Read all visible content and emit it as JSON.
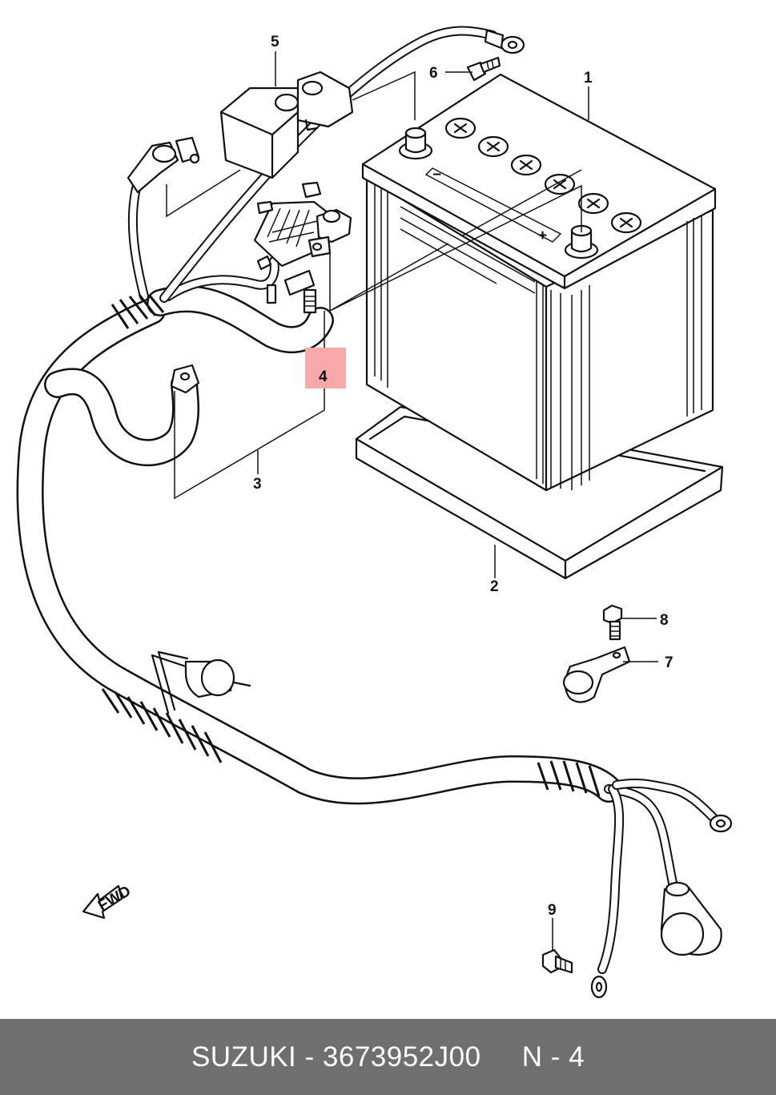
{
  "diagram": {
    "callouts": [
      {
        "id": "1",
        "label": "1"
      },
      {
        "id": "2",
        "label": "2"
      },
      {
        "id": "3",
        "label": "3"
      },
      {
        "id": "4",
        "label": "4"
      },
      {
        "id": "5",
        "label": "5"
      },
      {
        "id": "6",
        "label": "6"
      },
      {
        "id": "7",
        "label": "7"
      },
      {
        "id": "8",
        "label": "8"
      },
      {
        "id": "9",
        "label": "9"
      }
    ],
    "highlighted_callout": "4",
    "highlight_color": "#f7a8a8",
    "battery_signs": {
      "minus": "−",
      "plus": "+"
    },
    "direction_arrow_text": "FWD"
  },
  "footer": {
    "text": "SUZUKI - 3673952J00     N - 4",
    "background": "#6f6f6f"
  }
}
